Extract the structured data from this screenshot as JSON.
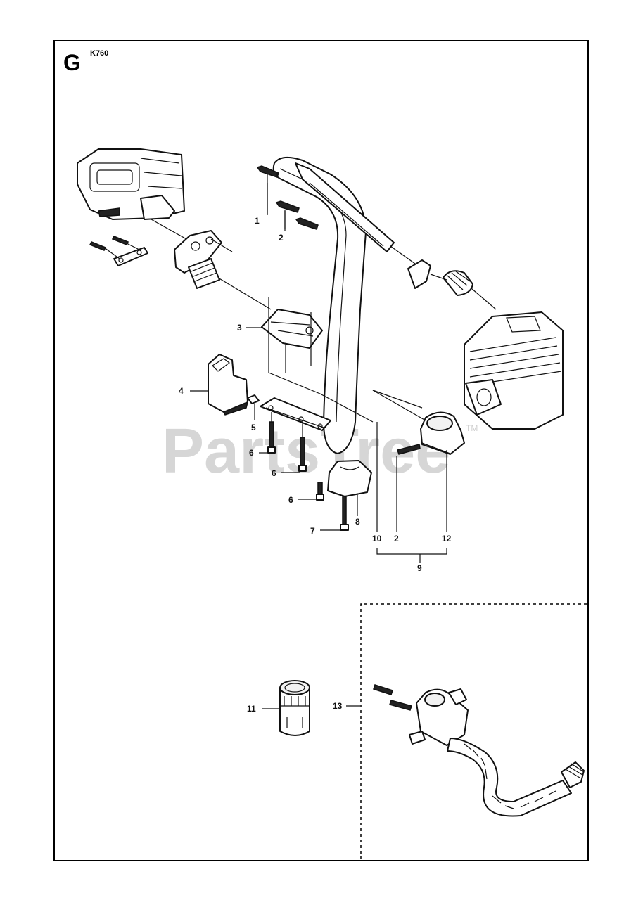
{
  "header": {
    "section_letter": "G",
    "model": "K760"
  },
  "watermark": {
    "text": "PartsTree",
    "tm": "TM"
  },
  "callouts": [
    {
      "id": "c1",
      "label": "1"
    },
    {
      "id": "c2a",
      "label": "2"
    },
    {
      "id": "c3",
      "label": "3"
    },
    {
      "id": "c4",
      "label": "4"
    },
    {
      "id": "c5",
      "label": "5"
    },
    {
      "id": "c6a",
      "label": "6"
    },
    {
      "id": "c6b",
      "label": "6"
    },
    {
      "id": "c6c",
      "label": "6"
    },
    {
      "id": "c7",
      "label": "7"
    },
    {
      "id": "c8",
      "label": "8"
    },
    {
      "id": "c10",
      "label": "10"
    },
    {
      "id": "c2b",
      "label": "2"
    },
    {
      "id": "c12",
      "label": "12"
    },
    {
      "id": "c9",
      "label": "9"
    },
    {
      "id": "c11",
      "label": "11"
    },
    {
      "id": "c13",
      "label": "13"
    }
  ]
}
